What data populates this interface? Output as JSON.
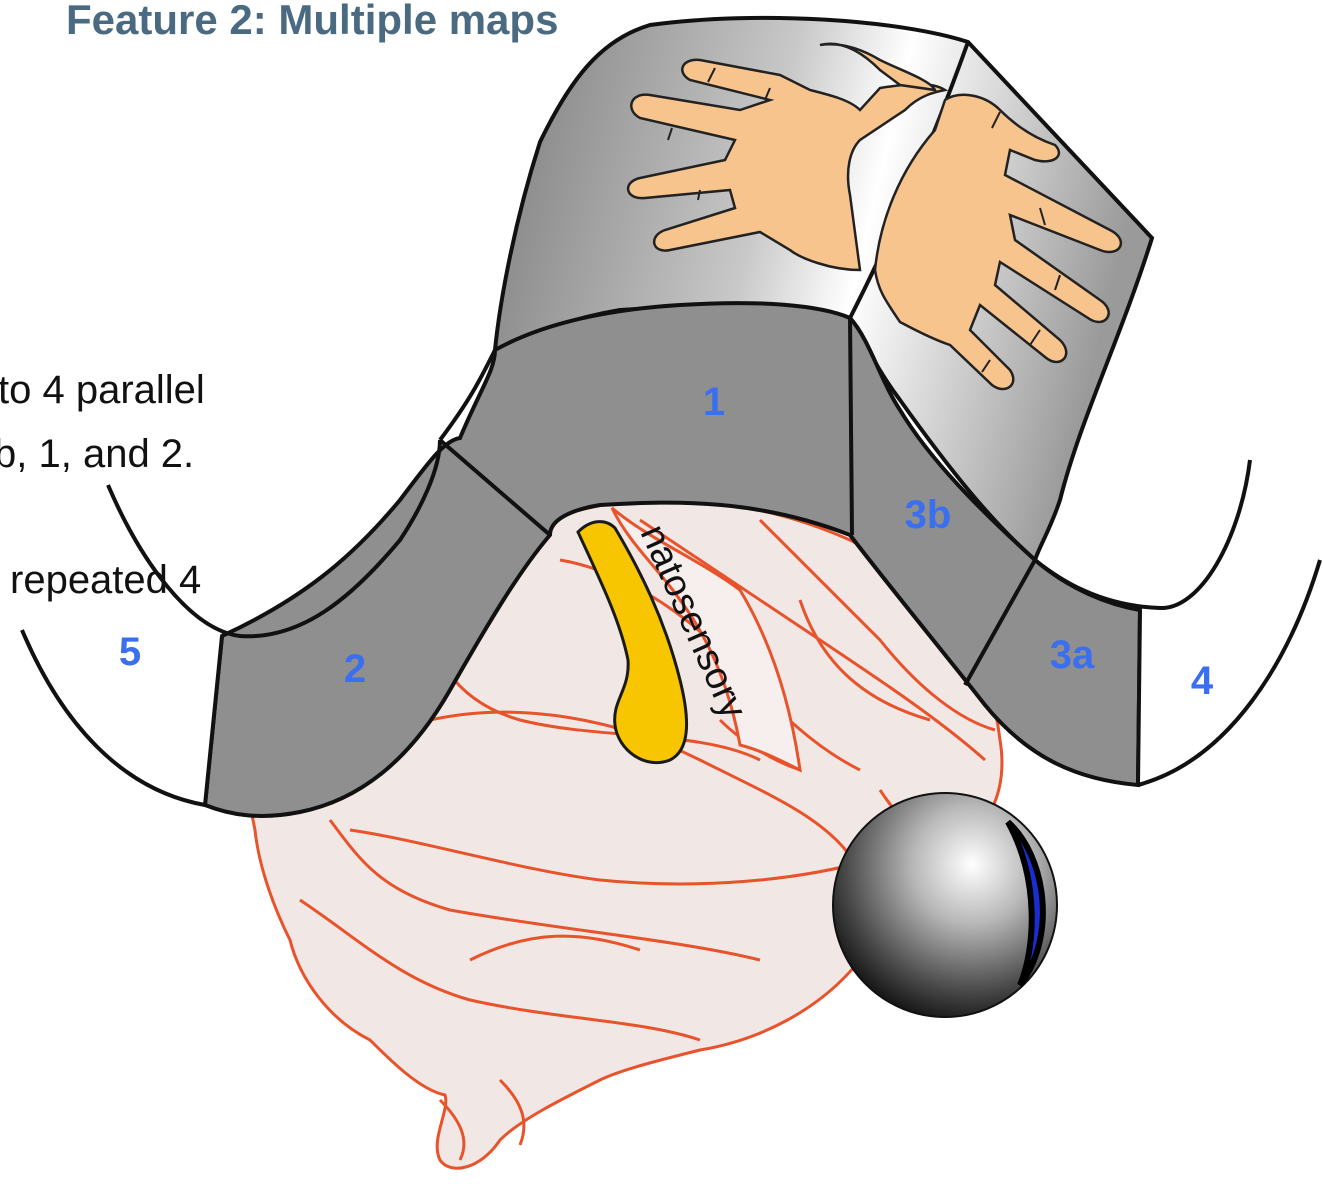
{
  "title": "Feature 2: Multiple maps",
  "caption": {
    "line1": "to 4 parallel",
    "line2": "b, 1, and 2.",
    "line3": "repeated 4"
  },
  "areas": {
    "area_1": "1",
    "area_2": "2",
    "area_3a": "3a",
    "area_3b": "3b",
    "area_4": "4",
    "area_5": "5"
  },
  "cortex_label": "natosensory",
  "colors": {
    "title": "#4a6a82",
    "area_label": "#3a6ff0",
    "brain_fill": "#f1e8e6",
    "brain_outline": "#e8532b",
    "strip_gray": "#8f8f8f",
    "hand": "#f8c48e",
    "somatosensory_strip": "#f7c600",
    "eye_iris": "#1a2ed0"
  },
  "icons": {
    "hands": "hand-icon",
    "eye": "eye-icon"
  }
}
